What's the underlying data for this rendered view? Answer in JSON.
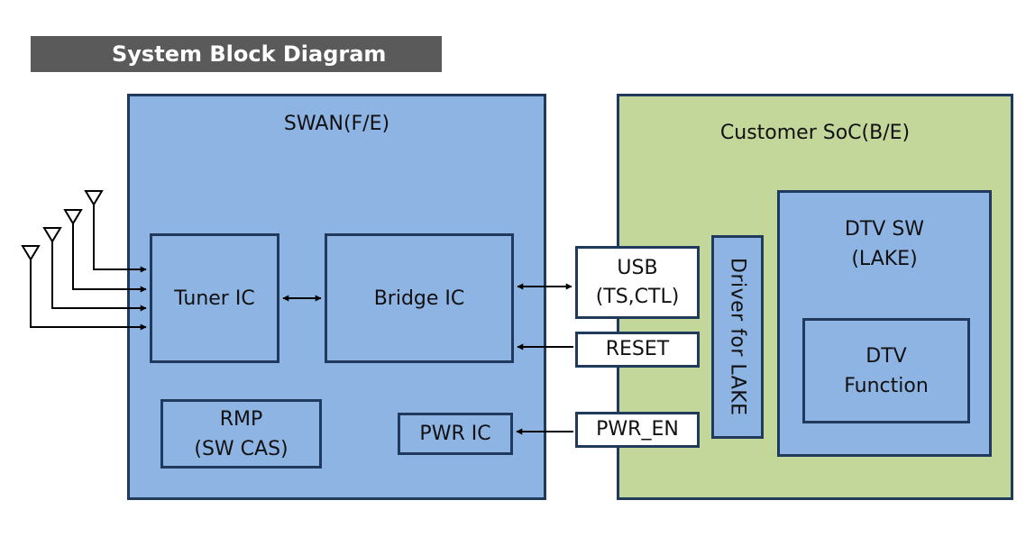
{
  "title": "System Block Diagram",
  "swan": {
    "label": "SWAN(F/E)",
    "tuner": "Tuner IC",
    "bridge": "Bridge IC",
    "rmp": "RMP\n(SW CAS)",
    "pwr_ic": "PWR IC"
  },
  "signals": {
    "usb": "USB\n(TS,CTL)",
    "reset": "RESET",
    "pwr_en": "PWR_EN"
  },
  "soc": {
    "label": "Customer SoC(B/E)",
    "driver": "Driver for LAKE",
    "dtv_sw": "DTV SW\n(LAKE)",
    "dtv_function": "DTV\nFunction"
  },
  "colors": {
    "swan_fill": "#8eb4e3",
    "soc_fill": "#c4d79b",
    "border": "#1f3a5c",
    "title_bg": "#5a5a5a"
  },
  "icons": {
    "antenna": "antenna-icon"
  }
}
